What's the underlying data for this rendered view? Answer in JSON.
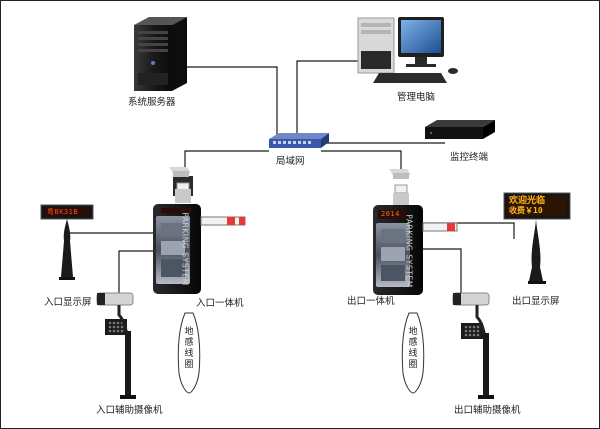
{
  "labels": {
    "server": "系统服务器",
    "admin_pc": "管理电脑",
    "lan": "局域网",
    "monitor_terminal": "监控终端",
    "entry_display": "入口显示屏",
    "entry_unit": "入口一体机",
    "exit_unit": "出口一体机",
    "exit_display": "出口显示屏",
    "entry_aux_camera": "入口辅助摄像机",
    "exit_aux_camera": "出口辅助摄像机"
  },
  "loops": {
    "entry": [
      "地",
      "感",
      "线",
      "圈"
    ],
    "exit": [
      "地",
      "感",
      "线",
      "圈"
    ]
  },
  "signs": {
    "entry_display_text": "粤BK31B",
    "exit_display_line1": "欢迎光临",
    "exit_display_line2": "收费￥10",
    "exit_unit_screen": "2014"
  },
  "cabinet_text": "PARKING SYSTEM",
  "colors": {
    "wire": "#1a1a1a",
    "cabinet": "#1b1b1b",
    "led_red": "#ff3b1a",
    "led_amber": "#ffb21a",
    "switch_blue": "#3b57a8"
  },
  "icons": [
    "server-icon",
    "desktop-pc-icon",
    "network-switch-icon",
    "dvr-icon",
    "led-sign-icon",
    "barrier-gate-icon",
    "camera-icon",
    "fill-light-icon",
    "loop-coil-icon"
  ]
}
